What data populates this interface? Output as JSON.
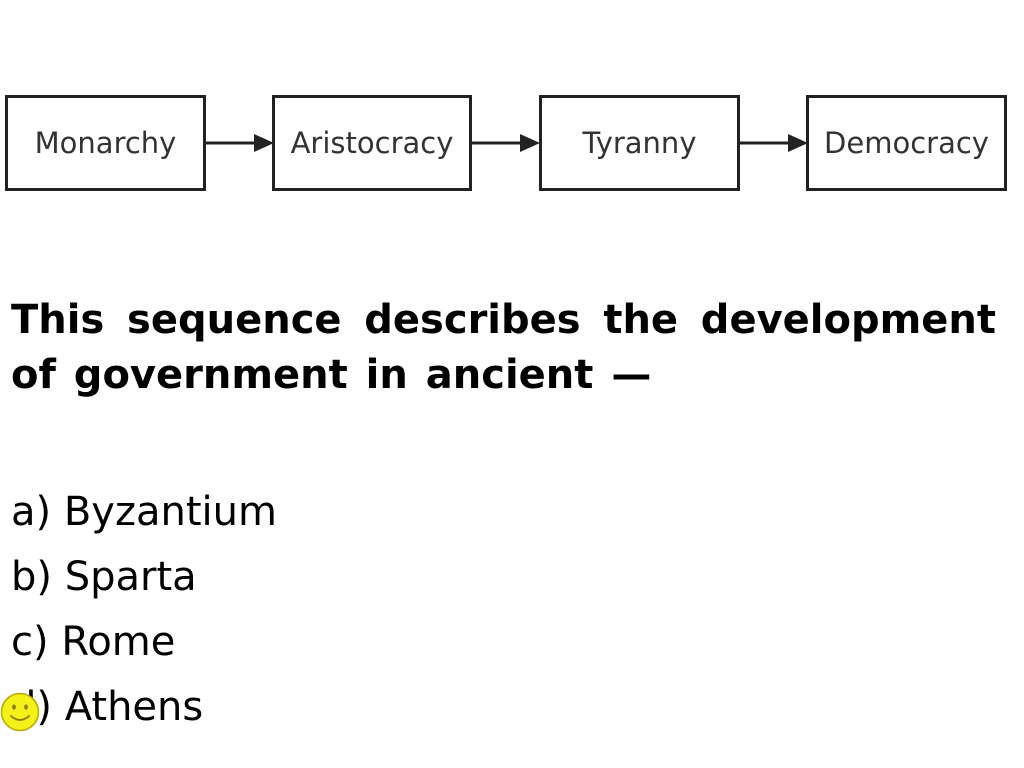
{
  "flow": {
    "steps": [
      "Monarchy",
      "Aristocracy",
      "Tyranny",
      "Democracy"
    ]
  },
  "question": {
    "text": "This sequence describes the development of government in ancient —"
  },
  "options": [
    {
      "letter": "a)",
      "text": "Byzantium"
    },
    {
      "letter": "b)",
      "text": "Sparta"
    },
    {
      "letter": "c)",
      "text": "Rome"
    },
    {
      "letter": "d)",
      "text": "Athens"
    }
  ],
  "colors": {
    "box_border": "#222222",
    "box_text": "#333333",
    "smiley_fill": "#f4f01a"
  },
  "icons": {
    "marker": "smiley-face-icon"
  }
}
